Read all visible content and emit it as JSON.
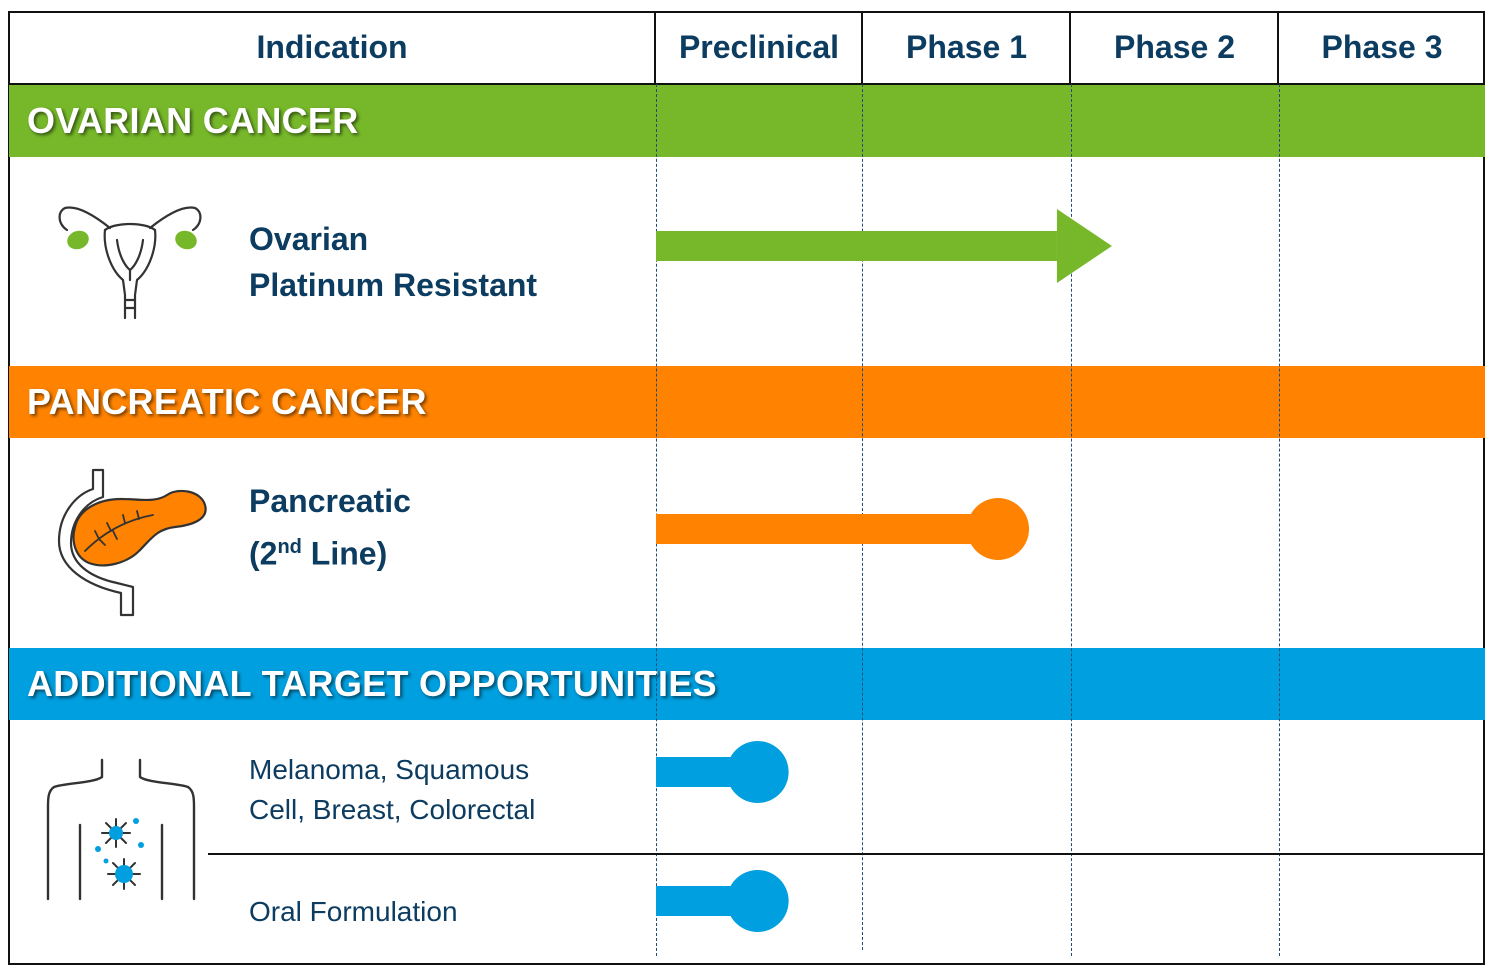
{
  "header": {
    "indication": "Indication",
    "phases": [
      "Preclinical",
      "Phase 1",
      "Phase 2",
      "Phase 3"
    ]
  },
  "colors": {
    "ovarian": "#76b82a",
    "pancreatic": "#ff8300",
    "additional": "#009fdf",
    "text": "#0d3c61"
  },
  "sections": {
    "ovarian": {
      "band_label": "OVARIAN CANCER",
      "icon": "ovary-icon",
      "line1": "Ovarian",
      "line2": "Platinum Resistant",
      "progress_stage_fraction": 0.55
    },
    "pancreatic": {
      "band_label": "PANCREATIC CANCER",
      "icon": "pancreas-icon",
      "line1": "Pancreatic",
      "line2_pre": "(2",
      "line2_sup": "nd",
      "line2_post": " Line)",
      "progress_stage_fraction": 0.45
    },
    "additional": {
      "band_label": "ADDITIONAL TARGET OPPORTUNITIES",
      "icon": "torso-cells-icon",
      "item1_line1": "Melanoma, Squamous",
      "item1_line2": "Cell, Breast, Colorectal",
      "item2": "Oral Formulation",
      "item1_stage_fraction": 0.16,
      "item2_stage_fraction": 0.16
    }
  }
}
